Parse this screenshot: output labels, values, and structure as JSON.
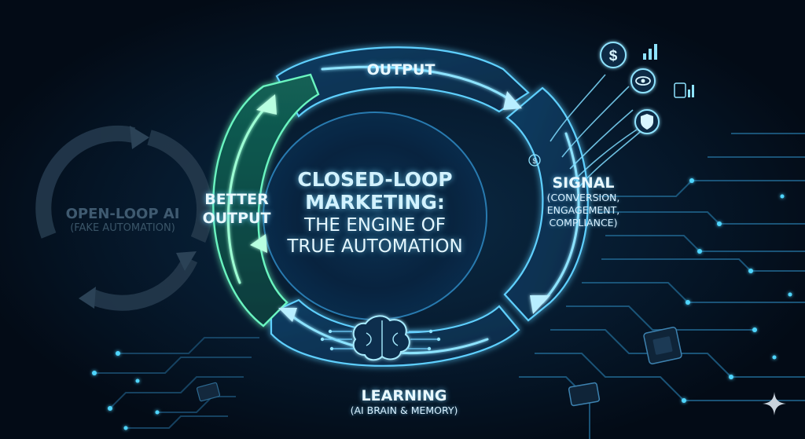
{
  "diagram": {
    "center": {
      "title_line1": "CLOSED-LOOP",
      "title_line2": "MARKETING:",
      "subtitle_line1": "THE ENGINE OF",
      "subtitle_line2": "TRUE AUTOMATION"
    },
    "segments": {
      "output": {
        "label": "OUTPUT"
      },
      "signal": {
        "label": "SIGNAL",
        "detail_line1": "(CONVERSION,",
        "detail_line2": "ENGAGEMENT,",
        "detail_line3": "COMPLIANCE)"
      },
      "learning": {
        "label": "LEARNING",
        "detail": "(AI BRAIN & MEMORY)"
      },
      "better_output": {
        "label_line1": "BETTER",
        "label_line2": "OUTPUT"
      }
    },
    "open_loop": {
      "label": "OPEN-LOOP AI",
      "detail": "(FAKE AUTOMATION)"
    },
    "signal_icons": [
      "dollar-icon",
      "bar-chart-icon",
      "eye-icon",
      "document-chart-icon",
      "shield-icon"
    ],
    "colors": {
      "background": "#04101e",
      "ring_blue": "#4fc3ff",
      "ring_green": "#5ff2b0",
      "open_loop": "#2a3f52"
    }
  }
}
